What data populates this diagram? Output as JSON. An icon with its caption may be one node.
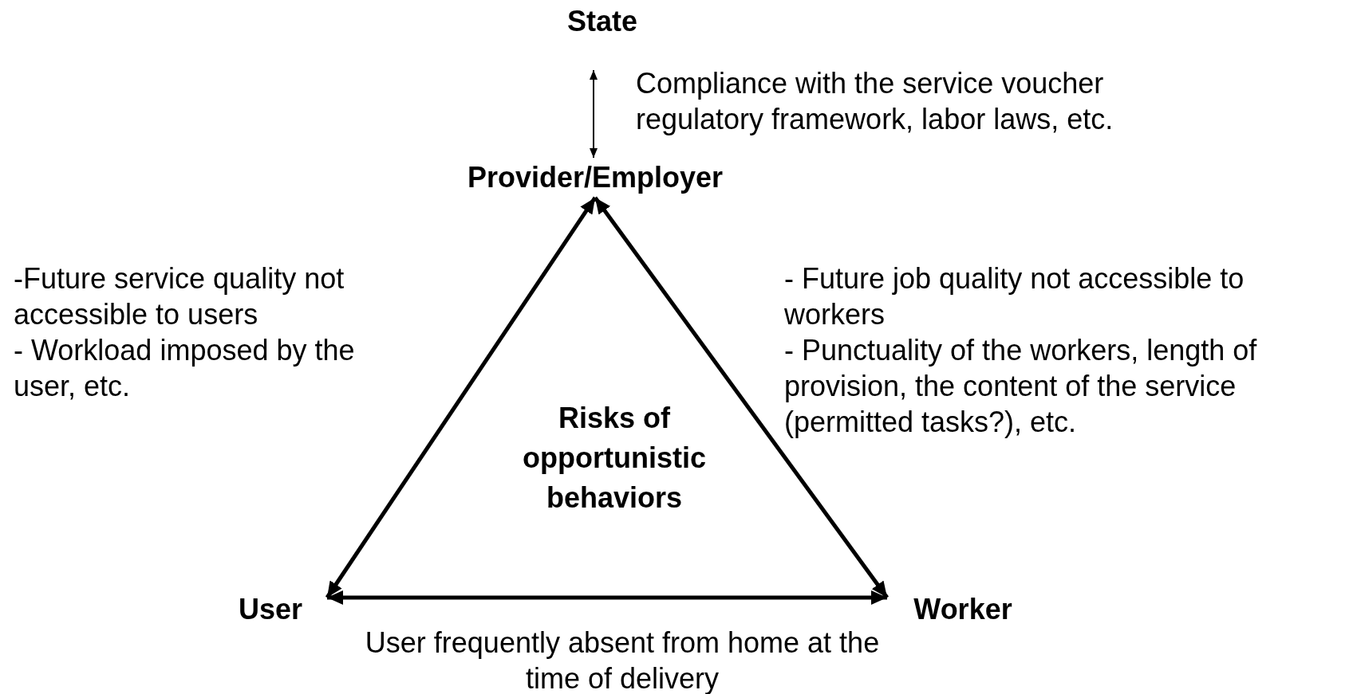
{
  "diagram": {
    "nodes": [
      {
        "text": [
          "State"
        ]
      },
      {
        "text": [
          "Provider/Employer"
        ]
      },
      {
        "text": [
          "User"
        ]
      },
      {
        "text": [
          "Worker"
        ]
      }
    ],
    "edges": [
      {
        "from": 0,
        "to": 1,
        "arrow": "both",
        "label": "Compliance with the service voucher regulatory framework, labor laws, etc."
      },
      {
        "from": 1,
        "to": 2,
        "arrow": "both"
      },
      {
        "from": 1,
        "to": 3,
        "arrow": "both"
      },
      {
        "from": 2,
        "to": 3,
        "arrow": "both",
        "label": "User frequently absent from home at the time of delivery"
      }
    ],
    "labels": [
      "-Future service quality not accessible to users",
      "- Workload imposed by the user, etc.",
      "- Future job quality not accessible to workers",
      "- Punctuality of the workers, length of provision, the content of the service (permitted tasks?), etc.",
      "Risks of opportunistic behaviors"
    ]
  }
}
